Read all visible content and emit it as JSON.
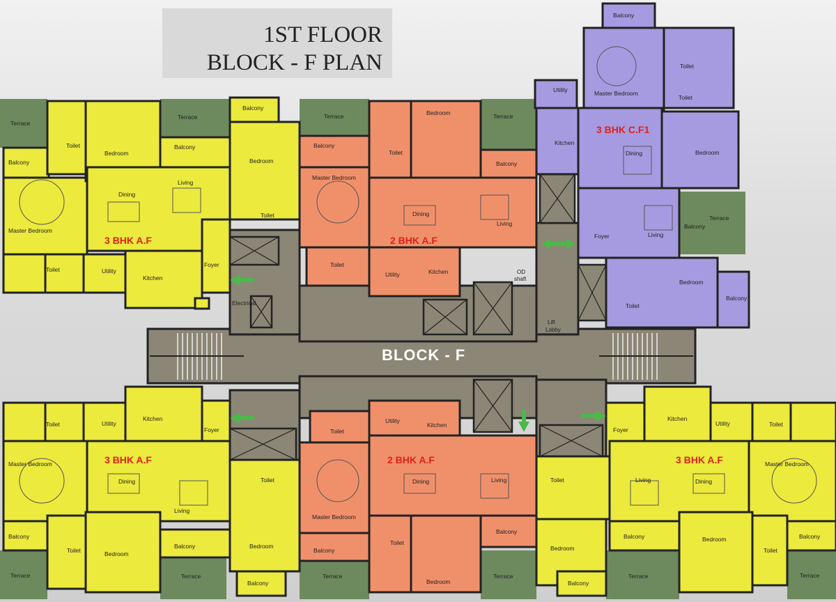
{
  "title": {
    "line1": "1ST FLOOR",
    "line2": "BLOCK - F  PLAN"
  },
  "block_label": "BLOCK - F",
  "units": {
    "top_left": "3 BHK A.F",
    "top_center": "2 BHK A.F",
    "top_right": "3 BHK C.F1",
    "bottom_left": "3 BHK A.F",
    "bottom_center": "2 BHK A.F",
    "bottom_right": "3 BHK A.F"
  },
  "rooms": {
    "terrace": "Terrace",
    "balcony": "Balcony",
    "bedroom": "Bedroom",
    "master_bedroom": "Master Bedroom",
    "toilet": "Toilet",
    "living": "Living",
    "dining": "Dining",
    "kitchen": "Kitchen",
    "utility": "Utility",
    "foyer": "Foyer",
    "electrical": "Electrical",
    "lift_lobby_1": "Lift",
    "lift_lobby_2": "Lobby",
    "od_1": "OD",
    "od_2": "shaft"
  },
  "colors": {
    "yellow_unit": "#ecea3c",
    "salmon_unit": "#f0906b",
    "violet_unit": "#a69be0",
    "terrace": "#6d8a5e",
    "core": "#8c8676",
    "arrow": "#4cb84a",
    "unit_label": "#e0201c"
  }
}
